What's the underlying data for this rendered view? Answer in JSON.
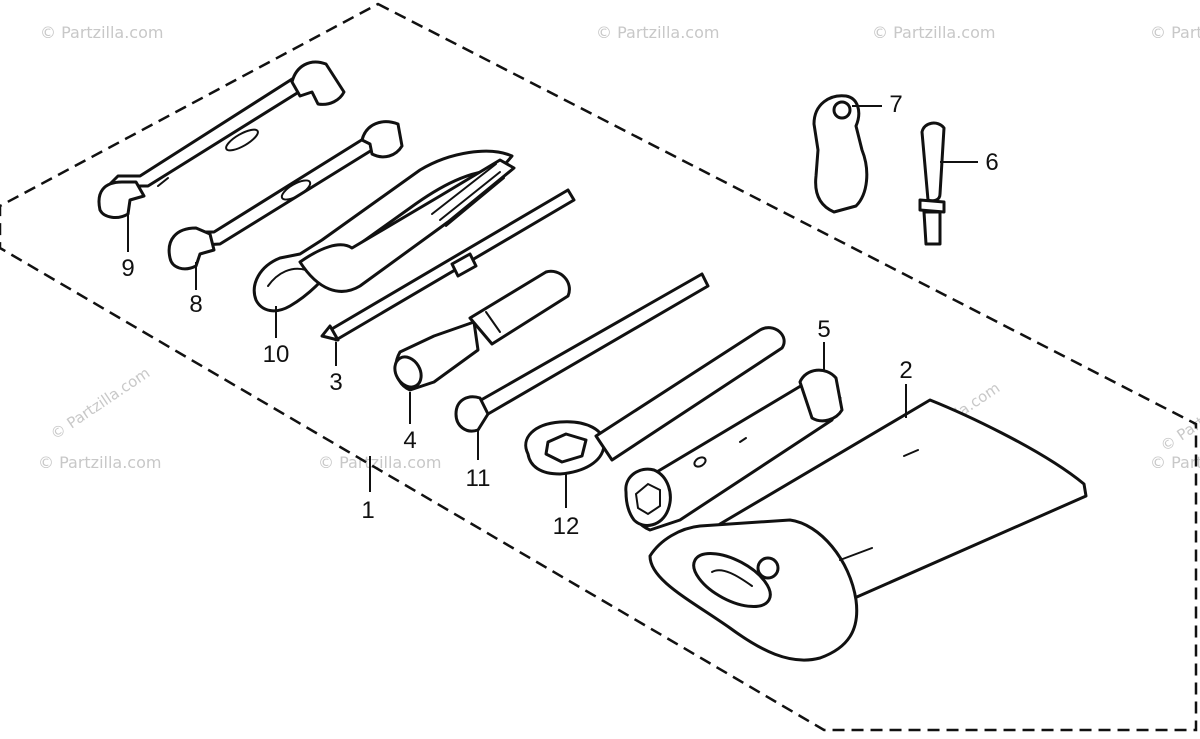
{
  "watermark": "© Partzilla.com",
  "callouts": [
    {
      "id": "1",
      "label": "1"
    },
    {
      "id": "2",
      "label": "2"
    },
    {
      "id": "3",
      "label": "3"
    },
    {
      "id": "4",
      "label": "4"
    },
    {
      "id": "5",
      "label": "5"
    },
    {
      "id": "6",
      "label": "6"
    },
    {
      "id": "7",
      "label": "7"
    },
    {
      "id": "8",
      "label": "8"
    },
    {
      "id": "9",
      "label": "9"
    },
    {
      "id": "10",
      "label": "10"
    },
    {
      "id": "11",
      "label": "11"
    },
    {
      "id": "12",
      "label": "12"
    }
  ],
  "colors": {
    "ink": "#111111",
    "watermark": "#c8c8c8",
    "background": "#ffffff"
  }
}
